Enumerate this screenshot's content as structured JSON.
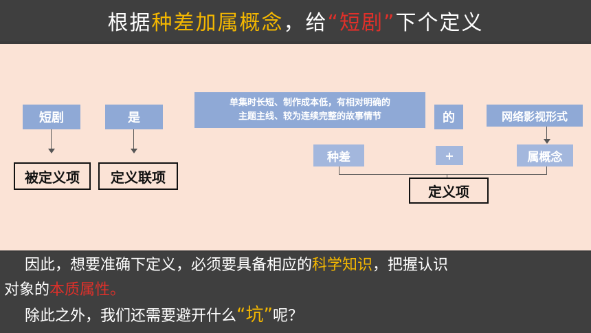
{
  "title": {
    "prefix": "根据",
    "highlight": "种差加属概念",
    "middle": "，给",
    "term": "“短剧”",
    "suffix": "下个定义"
  },
  "diagram": {
    "term_box": "短剧",
    "is_box": "是",
    "definiendum": "被定义项",
    "connective": "定义联项",
    "differentia_text_line1": "单集时长短、制作成本低，有相对明确的",
    "differentia_text_line2": "主题主线、较为连续完整的故事情节",
    "de_box": "的",
    "genus_text": "网络影视形式",
    "differentia_label": "种差",
    "plus": "+",
    "genus_label": "属概念",
    "definiens": "定义项"
  },
  "bottom": {
    "line1_a": "因此，想要准确下定义，必须要具备相应的",
    "line1_hl": "科学知识",
    "line1_b": "，把握认识",
    "line2_a": "对象的",
    "line2_hl": "本质属性",
    "line2_b": "。",
    "line3_a": "除此之外，我们还需要避开什么",
    "line3_hl": "“坑”",
    "line3_b": "呢？"
  },
  "colors": {
    "accent_yellow": "#f5b800",
    "accent_red": "#e0302a",
    "box_blue": "#8fa9d6",
    "panel_bg": "#fbe3d6"
  }
}
